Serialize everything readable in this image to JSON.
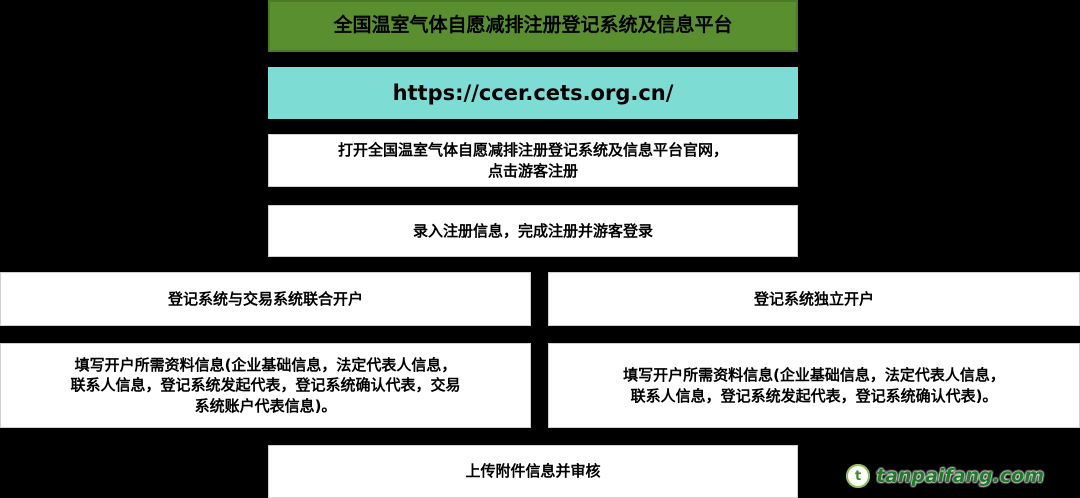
{
  "title": "全国温室气体自愿减排注册登记系统及信息平台",
  "url": "https://ccer.cets.org.cn/",
  "steps": {
    "open_site": "打开全国温室气体自愿减排注册登记系统及信息平台官网，\n点击游客注册",
    "register": "录入注册信息，完成注册并游客登录",
    "upload": "上传附件信息并审核"
  },
  "options": {
    "joint": {
      "label": "登记系统与交易系统联合开户",
      "info": "填写开户所需资料信息(企业基础信息，法定代表人信息，\n联系人信息，登记系统发起代表，登记系统确认代表，交易\n系统账户代表信息)。"
    },
    "independent": {
      "label": "登记系统独立开户",
      "info": "填写开户所需资料信息(企业基础信息，法定代表人信息，\n联系人信息，登记系统发起代表，登记系统确认代表)。"
    }
  },
  "watermark": {
    "logo_letter": "t",
    "text": "tanpaifang.com"
  },
  "colors": {
    "background": "#000000",
    "title_bg": "#5a8f30",
    "url_bg": "#7ddcd4",
    "box_bg": "#ffffff",
    "watermark": "#1f7a2a"
  }
}
